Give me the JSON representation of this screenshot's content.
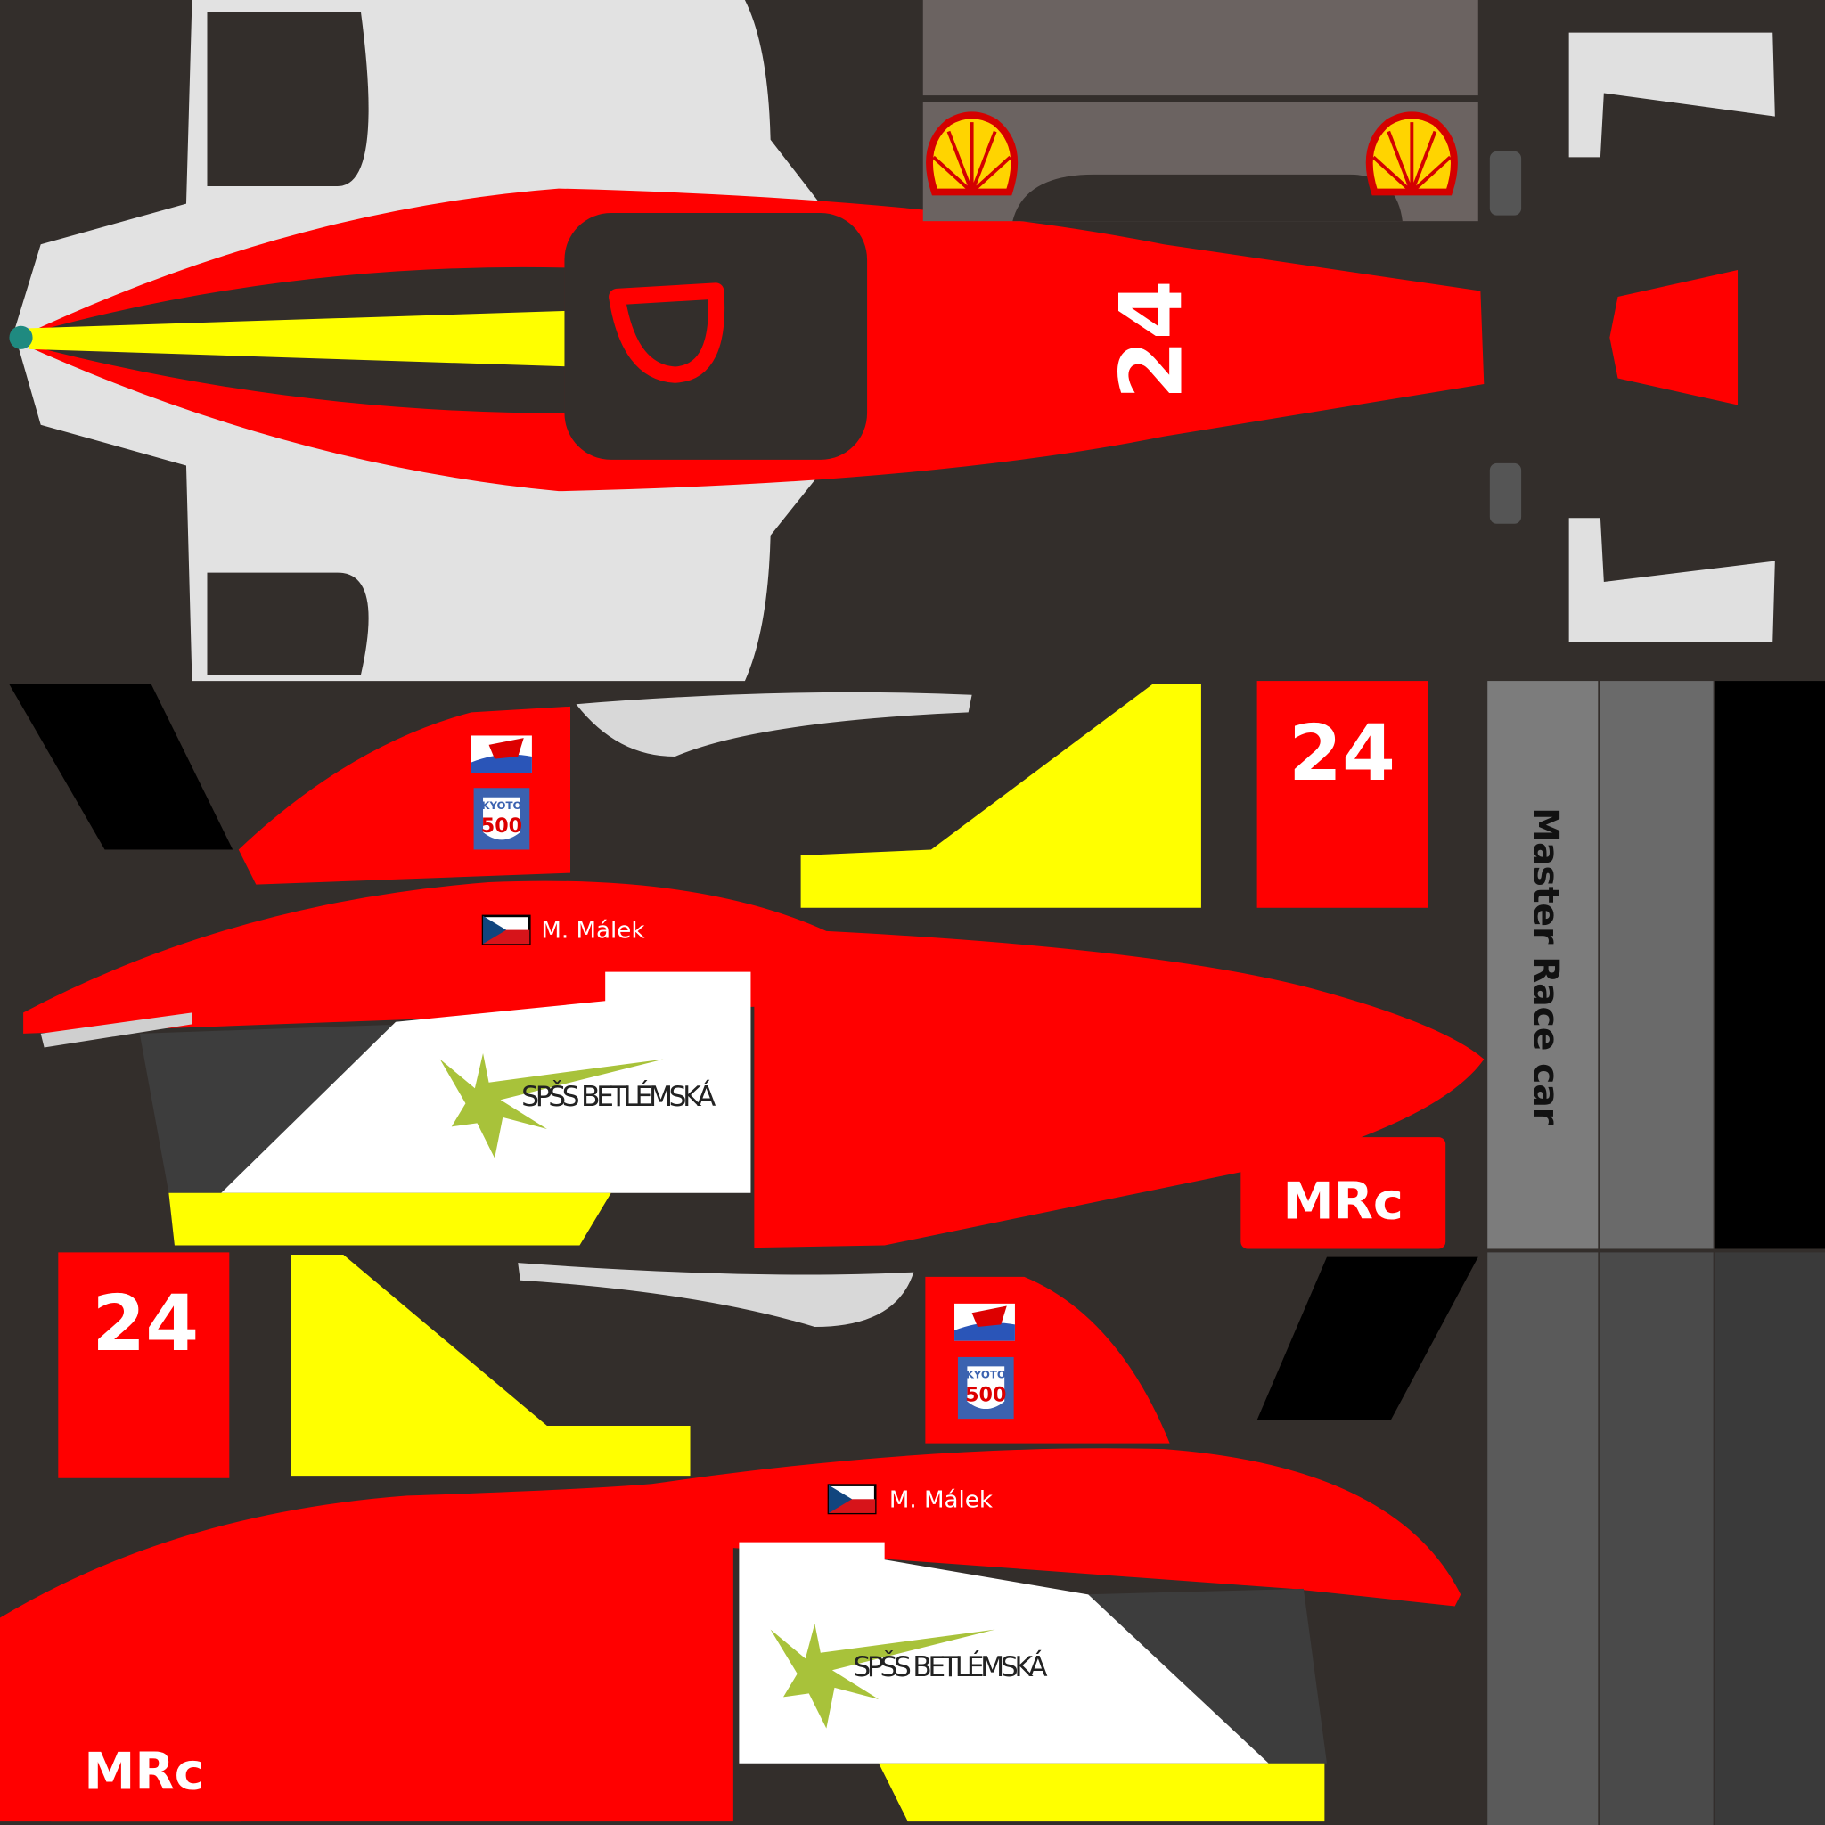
{
  "texture": {
    "car_number": "24",
    "driver_name": "M. Málek",
    "sponsor": "SPŠS BETLÉMSKÁ",
    "team_badge": "MRc",
    "side_text": "Master Race car",
    "event_logo": {
      "top": "KYOTO",
      "bottom": "500"
    },
    "fuel_logo": "shell-logo"
  },
  "colors": {
    "background": "#332e2b",
    "red": "#ff0000",
    "yellow": "#ffff00",
    "white": "#e6e6e6",
    "grey_panel": "#6b6361",
    "lime": "#a8c23a"
  }
}
